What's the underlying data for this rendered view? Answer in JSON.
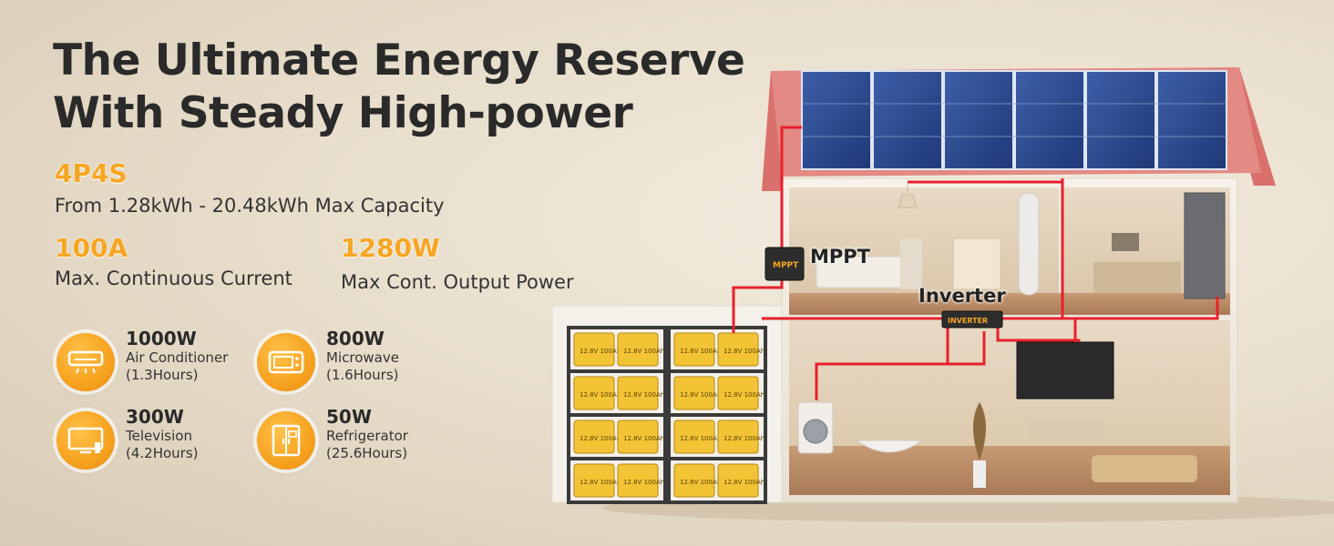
{
  "headline": {
    "line1": "The Ultimate Energy Reserve",
    "line2": "With Steady High-power"
  },
  "specs": {
    "config": {
      "label": "4P4S",
      "text": "From 1.28kWh - 20.48kWh Max Capacity"
    },
    "current": {
      "label": "100A",
      "text": "Max. Continuous Current"
    },
    "power": {
      "label": "1280W",
      "text": "Max Cont. Output Power"
    }
  },
  "appliances": [
    {
      "watts": "1000W",
      "name": "Air Conditioner",
      "hours": "(1.3Hours)",
      "icon": "air-conditioner-icon"
    },
    {
      "watts": "800W",
      "name": "Microwave",
      "hours": "(1.6Hours)",
      "icon": "microwave-icon"
    },
    {
      "watts": "300W",
      "name": "Television",
      "hours": "(4.2Hours)",
      "icon": "television-icon"
    },
    {
      "watts": "50W",
      "name": "Refrigerator",
      "hours": "(25.6Hours)",
      "icon": "refrigerator-icon"
    }
  ],
  "diagram": {
    "mppt_label": "MPPT",
    "inverter_label": "Inverter",
    "mppt_device_text": "MPPT",
    "inverter_device_text": "INVERTER",
    "battery_label": "12.8V 100Ah",
    "wire_color": "#e8212b",
    "accent_color": "#f6a623"
  }
}
